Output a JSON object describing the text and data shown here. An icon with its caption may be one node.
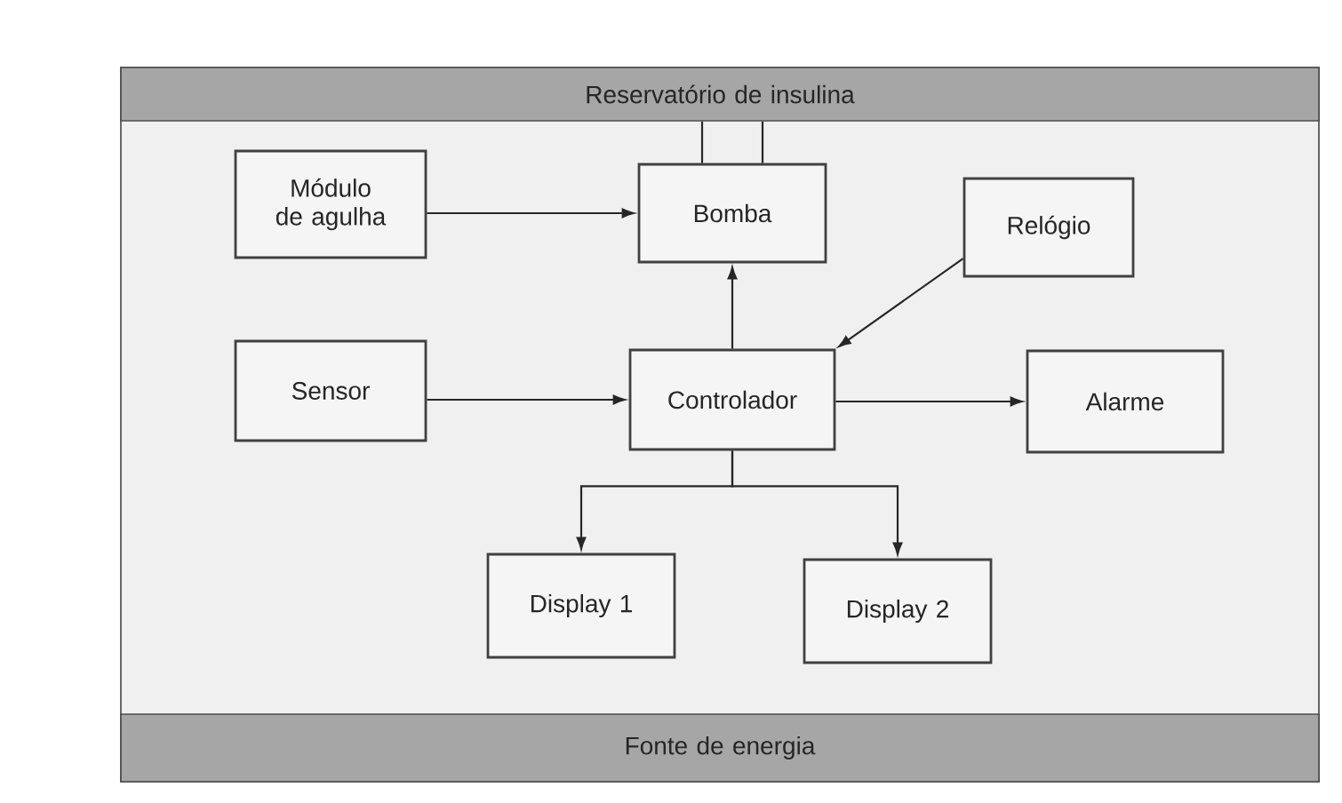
{
  "diagram": {
    "nodes": [
      {
        "text": [
          "Reservatório de insulina"
        ]
      },
      {
        "text": [
          "Módulo de agulha"
        ]
      },
      {
        "text": [
          "Bomba"
        ]
      },
      {
        "text": [
          "Relógio"
        ]
      },
      {
        "text": [
          "Sensor"
        ]
      },
      {
        "text": [
          "Controlador"
        ]
      },
      {
        "text": [
          "Alarme"
        ]
      },
      {
        "text": [
          "Display 1"
        ]
      },
      {
        "text": [
          "Display 2"
        ]
      },
      {
        "text": [
          "Fonte de energia"
        ]
      }
    ],
    "edges": [
      {
        "from": 0,
        "to": 2,
        "arrow": "none"
      },
      {
        "from": 0,
        "to": 2,
        "arrow": "none"
      },
      {
        "from": 1,
        "to": 2,
        "arrow": "to"
      },
      {
        "from": 3,
        "to": 5,
        "arrow": "to"
      },
      {
        "from": 5,
        "to": 2,
        "arrow": "to"
      },
      {
        "from": 4,
        "to": 5,
        "arrow": "to"
      },
      {
        "from": 5,
        "to": 6,
        "arrow": "to"
      },
      {
        "from": 5,
        "to": 7,
        "arrow": "to"
      },
      {
        "from": 5,
        "to": 8,
        "arrow": "to"
      }
    ]
  }
}
